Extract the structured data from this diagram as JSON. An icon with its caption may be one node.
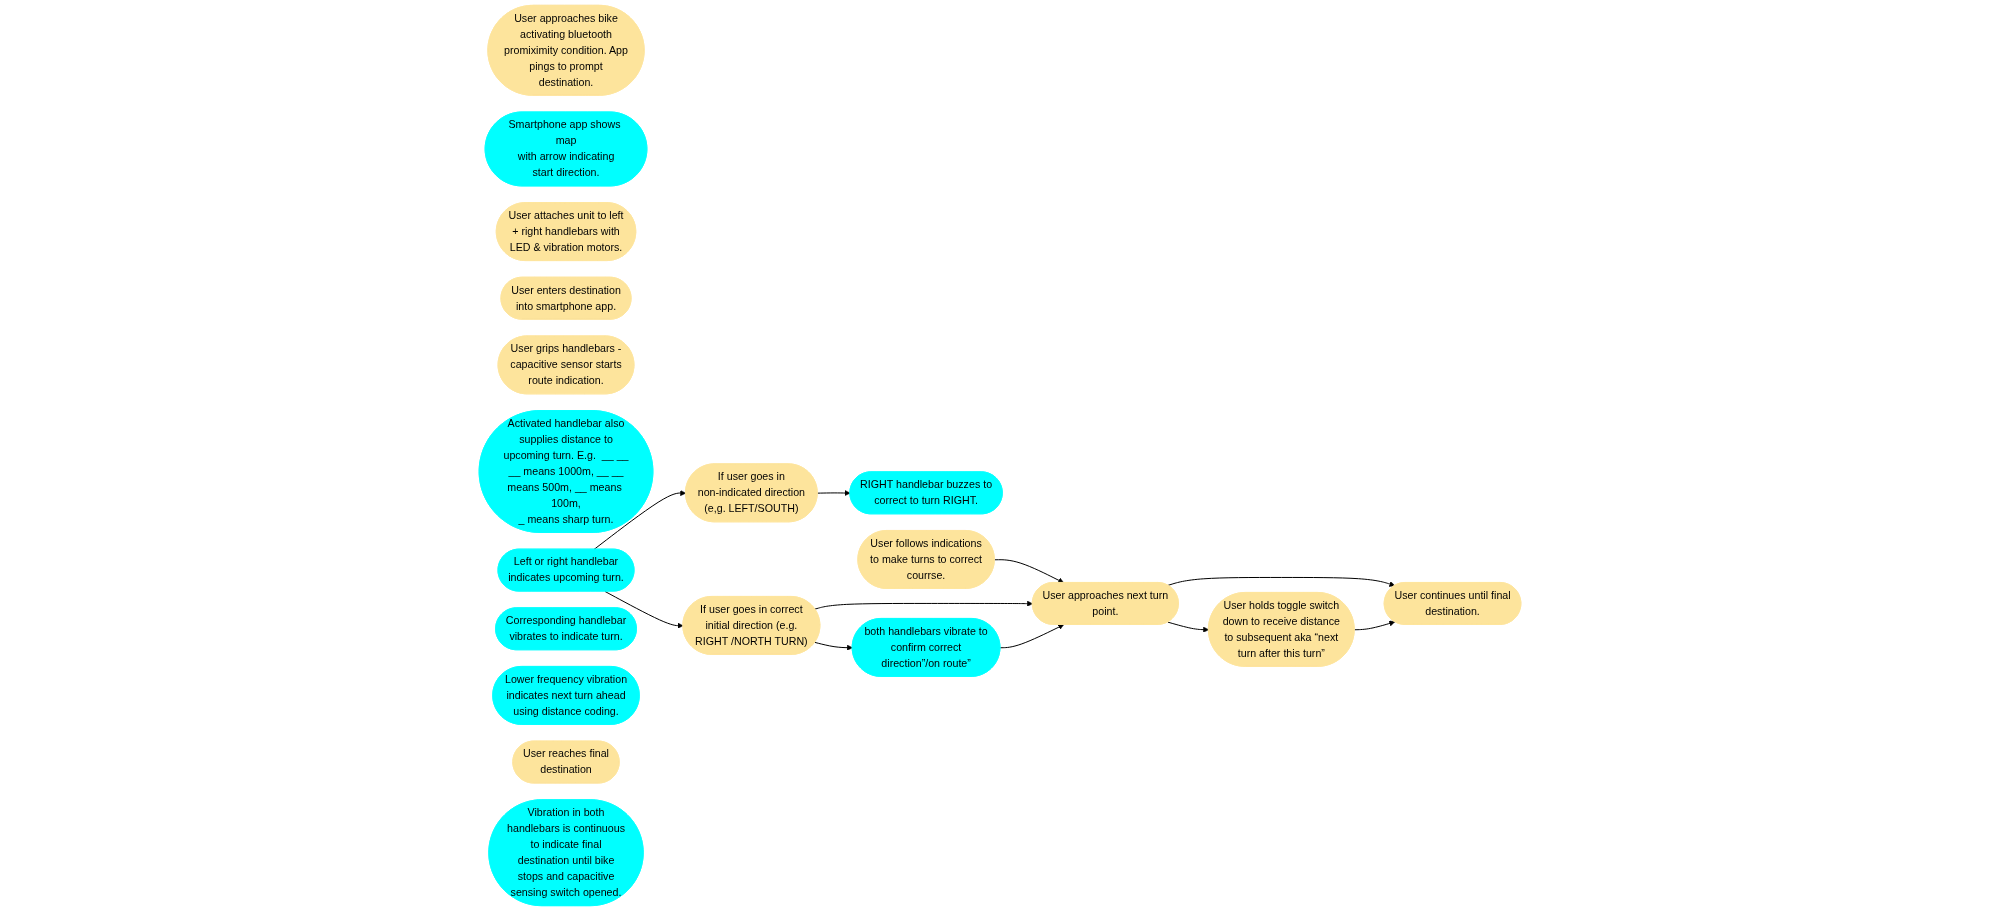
{
  "diagram": {
    "nodes": [
      {
        "text": [
          "User approaches bike activating bluetooth promiximity condition. App pings to prompt destination."
        ]
      },
      {
        "text": [
          "Smartphone app shows map with arrow indicating start direction."
        ]
      },
      {
        "text": [
          "User attaches unit to left + right handlebars with LED & vibration motors."
        ]
      },
      {
        "text": [
          "User enters destination into smartphone app."
        ]
      },
      {
        "text": [
          "User grips handlebars - capacitive sensor starts route indication."
        ]
      },
      {
        "text": [
          "Activated handlebar also supplies distance to upcoming turn. E.g.  __ __ __ means 1000m, __ __ means 500m, __ means 100m, _ means sharp turn."
        ]
      },
      {
        "text": [
          "Left or right handlebar indicates  upcoming turn."
        ]
      },
      {
        "text": [
          "RIGHT handlebar buzzes to correct to turn RIGHT."
        ]
      },
      {
        "text": [
          "User follows indications to make turns to correct courrse."
        ]
      },
      {
        "text": [
          "If user goes in non-indicated direction (e,g. LEFT/SOUTH)"
        ]
      },
      {
        "text": [
          "If user goes in correct initial direction  (e.g. RIGHT /NORTH TURN)"
        ]
      },
      {
        "text": [
          "both handlebars vibrate to confirm correct direction”/on route”"
        ]
      },
      {
        "text": [
          "Corresponding handlebar vibrates to indicate turn."
        ]
      },
      {
        "text": [
          "User approaches next turn point."
        ]
      },
      {
        "text": [
          "Lower frequency vibration indicates next turn ahead using distance coding."
        ]
      },
      {
        "text": [
          "User holds toggle switch down to receive distance to subsequent aka “next turn after this turn”"
        ]
      },
      {
        "text": [
          "User continues until final destination."
        ]
      },
      {
        "text": [
          "User reaches final destination"
        ]
      },
      {
        "text": [
          "Vibration in both handlebars is continuous to indicate final destination until bike stops and capacitive sensing switch opened."
        ]
      }
    ],
    "edges": [
      {
        "from": 6,
        "to": 9,
        "arrow": "to"
      },
      {
        "from": 6,
        "to": 10,
        "arrow": "to"
      },
      {
        "from": 9,
        "to": 7,
        "arrow": "to"
      },
      {
        "from": 8,
        "to": 13,
        "arrow": "to"
      },
      {
        "from": 10,
        "to": 13,
        "arrow": "to"
      },
      {
        "from": 10,
        "to": 11,
        "arrow": "to"
      },
      {
        "from": 11,
        "to": 13,
        "arrow": "to"
      },
      {
        "from": 13,
        "to": 15,
        "arrow": "to"
      },
      {
        "from": 13,
        "to": 16,
        "arrow": "to"
      },
      {
        "from": 15,
        "to": 16,
        "arrow": "to"
      }
    ]
  }
}
